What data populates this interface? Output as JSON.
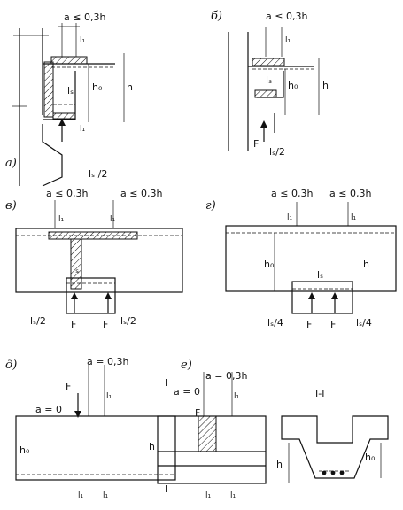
{
  "panels": {
    "a": {
      "letter": "а)",
      "dim_a": "a ≤ 0,3h",
      "l1": "l₁",
      "ls": "lₛ",
      "h0": "h₀",
      "h": "h",
      "ls_half": "lₛ /2"
    },
    "b": {
      "letter": "б)",
      "dim_a": "a ≤ 0,3h",
      "l1": "l₁",
      "ls": "lₛ",
      "h0": "h₀",
      "h": "h",
      "F": "F",
      "ls_half": "lₛ/2"
    },
    "v": {
      "letter": "в)",
      "dim_a_left": "a ≤ 0,3h",
      "dim_a_right": "a ≤ 0,3h",
      "l1": "l₁",
      "ls": "lₛ",
      "F": "F",
      "ls_half": "lₛ/2"
    },
    "g": {
      "letter": "г)",
      "dim_a_left": "a ≤ 0,3h",
      "dim_a_right": "a ≤ 0,3h",
      "l1": "l₁",
      "h0": "h₀",
      "h": "h",
      "ls": "lₛ",
      "F": "F",
      "ls_quarter": "lₛ/4"
    },
    "d": {
      "letter": "д)",
      "dim_a": "a = 0,3h",
      "a0": "a = 0",
      "F": "F",
      "l1": "l₁",
      "h0": "h₀",
      "h": "h"
    },
    "e": {
      "letter": "е)",
      "dim_a": "a = 0,3h",
      "a0": "a = 0",
      "F": "F",
      "l1": "l₁",
      "section_mark": "I",
      "section_title": "I-I",
      "h": "h",
      "h0": "h₀"
    }
  }
}
